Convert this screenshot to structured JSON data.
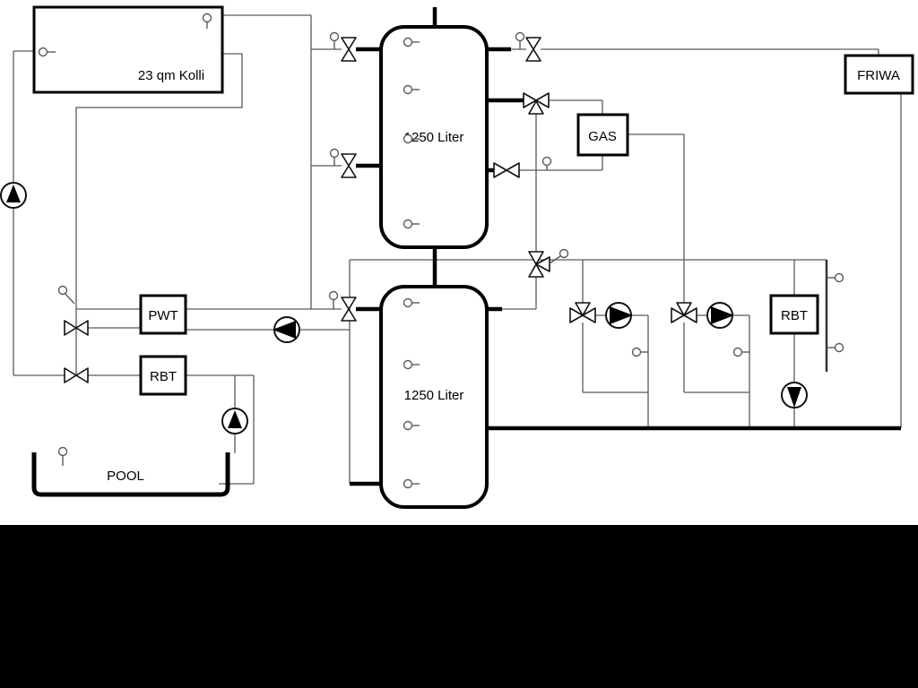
{
  "labels": {
    "collector": "23 qm Kolli",
    "tank1": "1250 Liter",
    "tank2": "1250 Liter",
    "pwt": "PWT",
    "rbt_left": "RBT",
    "rbt_right": "RBT",
    "gas": "GAS",
    "friwa": "FRIWA",
    "pool": "POOL"
  },
  "colors": {
    "background": "#ffffff",
    "letterbox": "#000000",
    "thin_pipe": "#5a5a5a",
    "thick_pipe": "#000000",
    "symbol_fill": "#ffffff",
    "symbol_stroke": "#111111"
  }
}
